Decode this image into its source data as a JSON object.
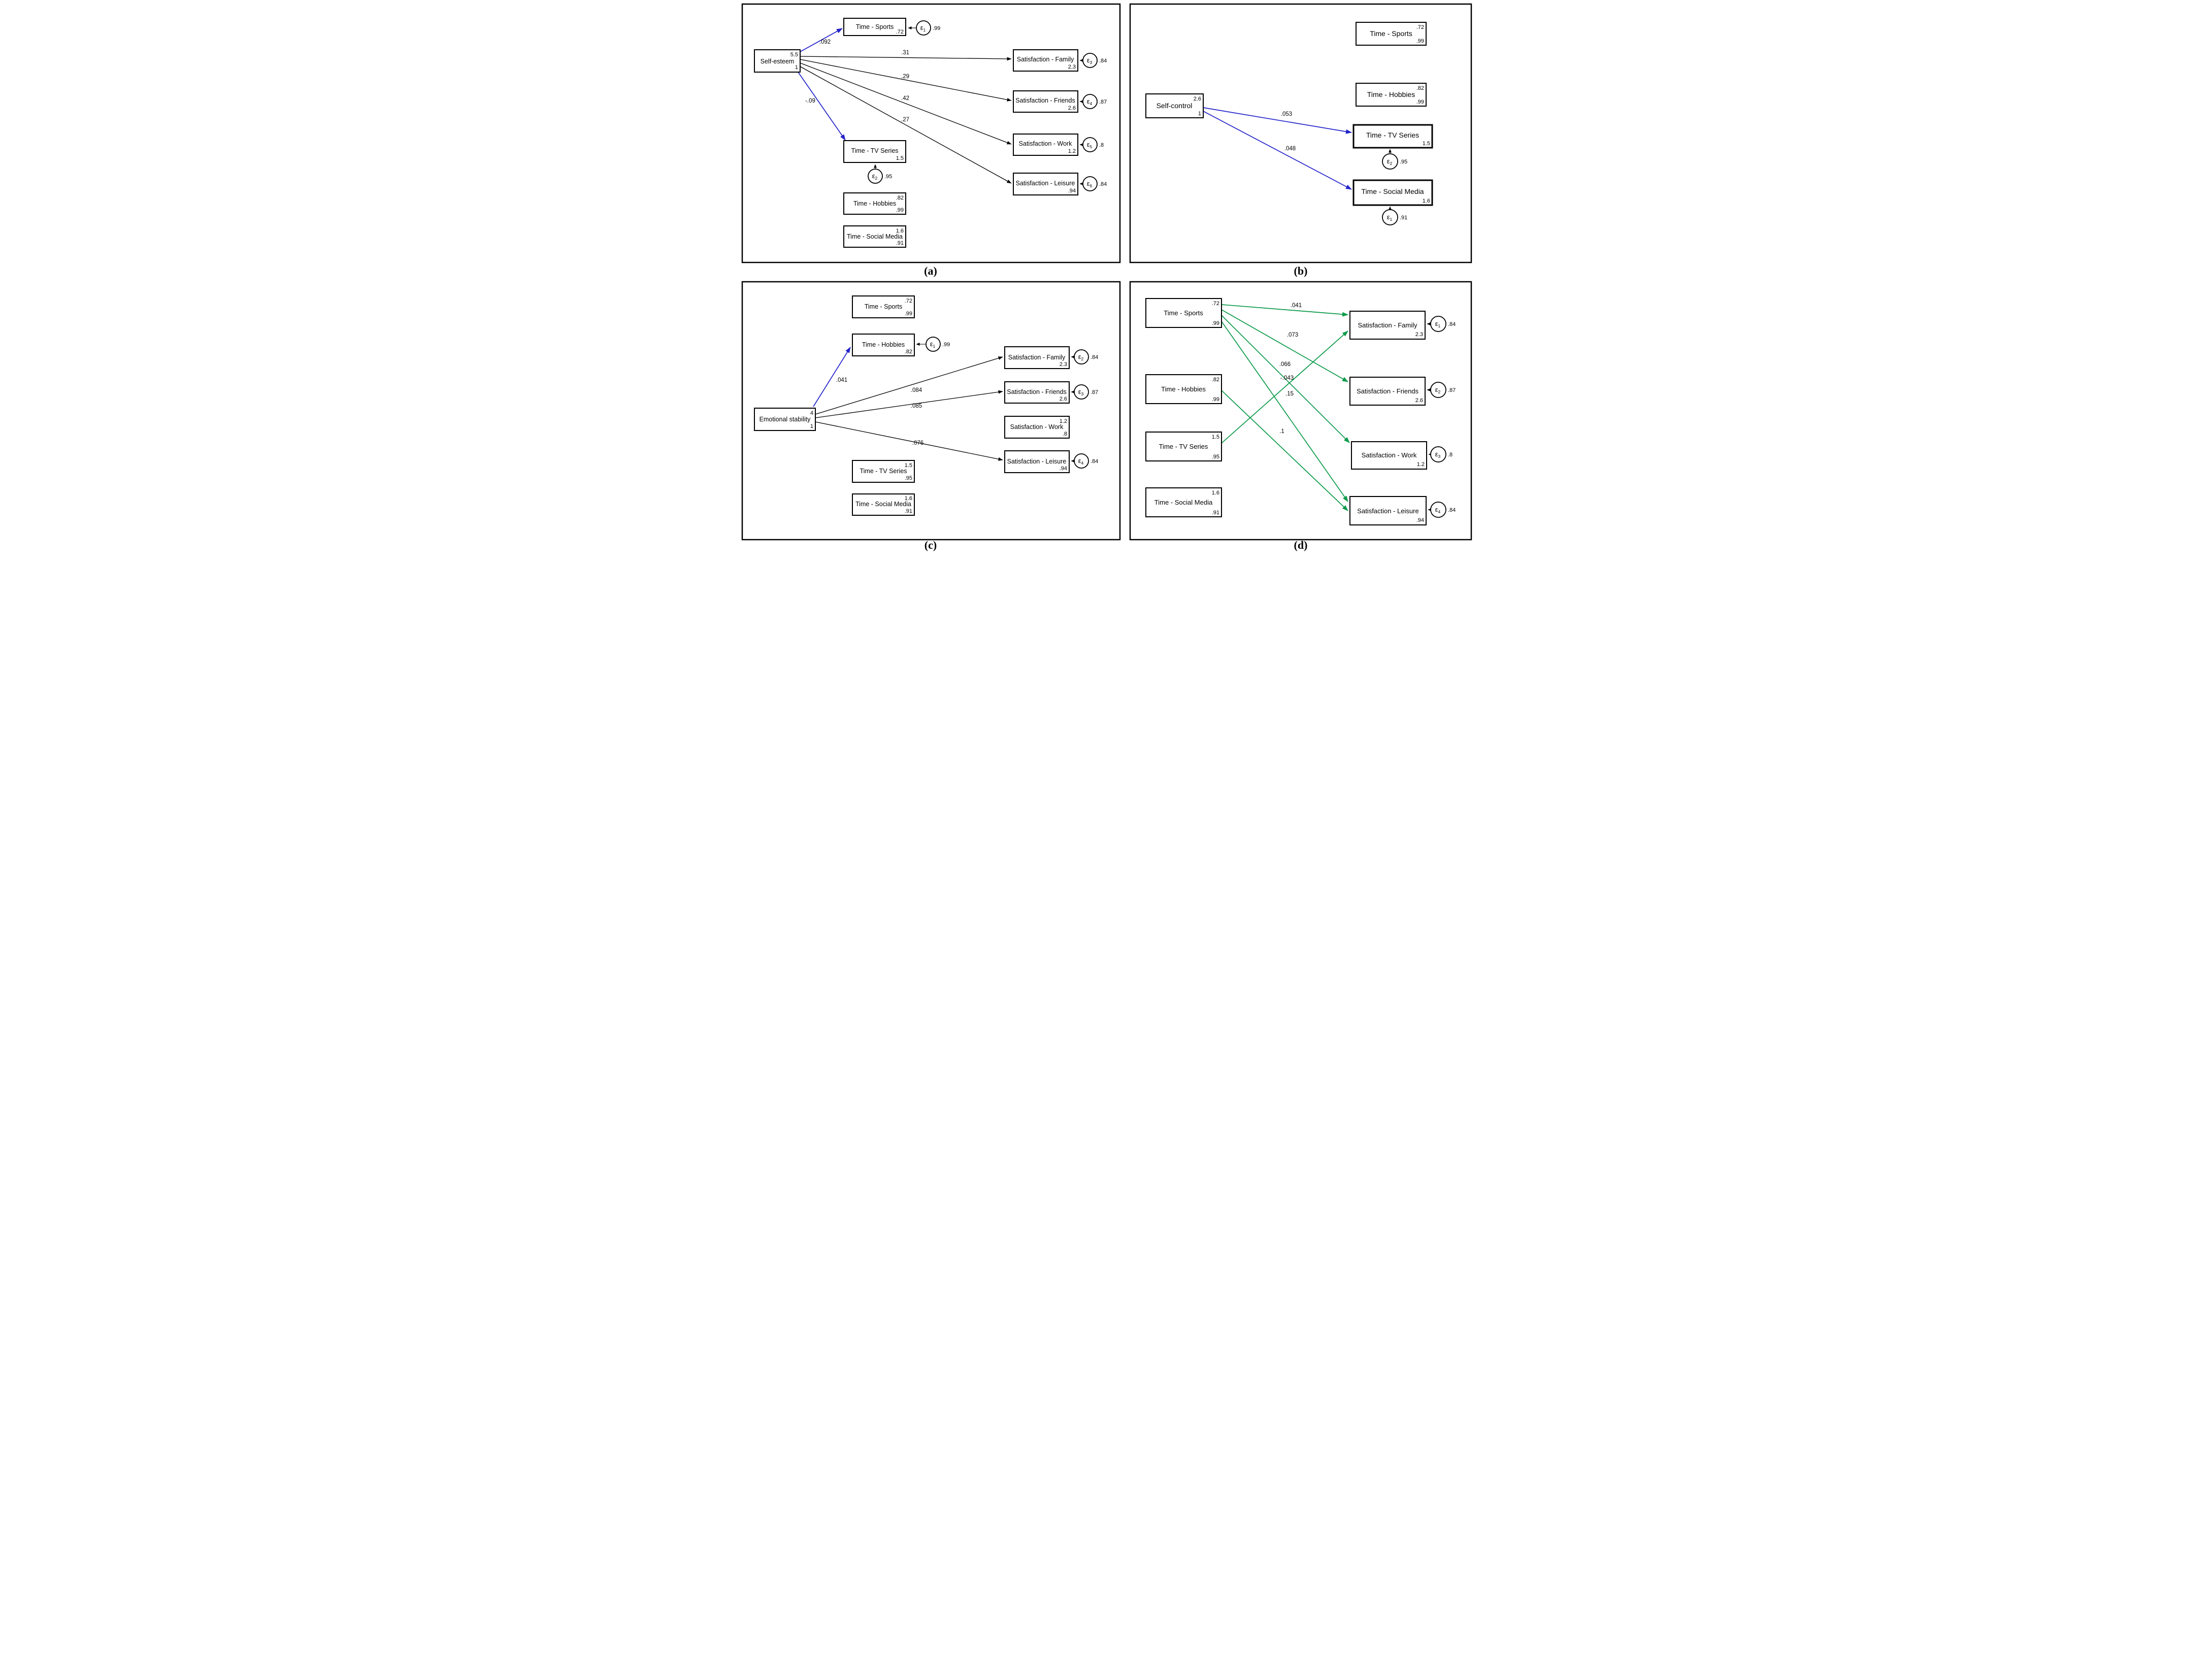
{
  "colors": {
    "blue": "#2222cc",
    "green": "#0a9a48",
    "black": "#000000"
  },
  "panel_a": {
    "tag": "(a)",
    "nodes": {
      "self_esteem": {
        "label": "Self-esteem",
        "tr": "5.5",
        "br": "1"
      },
      "sports": {
        "label": "Time - Sports",
        "br": ".72"
      },
      "tv": {
        "label": "Time - TV Series",
        "br": "1.5"
      },
      "hobbies": {
        "label": "Time - Hobbies",
        "tr": ".82",
        "br": ".99"
      },
      "social": {
        "label": "Time - Social Media",
        "tr": "1.6",
        "br": ".91"
      },
      "family": {
        "label": "Satisfaction - Family",
        "br": "2.3"
      },
      "friends": {
        "label": "Satisfaction - Friends",
        "br": "2.6"
      },
      "work": {
        "label": "Satisfaction - Work",
        "br": "1.2"
      },
      "leisure": {
        "label": "Satisfaction - Leisure",
        "br": ".94"
      }
    },
    "eps": {
      "e1": {
        "sym": "ε",
        "sub": "1",
        "val": ".99"
      },
      "e2": {
        "sym": "ε",
        "sub": "2",
        "val": ".95"
      },
      "e3": {
        "sym": "ε",
        "sub": "3",
        "val": ".84"
      },
      "e4": {
        "sym": "ε",
        "sub": "4",
        "val": ".87"
      },
      "e5": {
        "sym": "ε",
        "sub": "5",
        "val": ".8"
      },
      "e6": {
        "sym": "ε",
        "sub": "6",
        "val": ".84"
      }
    },
    "coefs": {
      "to_sports": ".092",
      "to_tv": "-.09",
      "to_family": ".31",
      "to_friends": ".29",
      "to_work": ".42",
      "to_leisure": ".27"
    }
  },
  "panel_b": {
    "tag": "(b)",
    "nodes": {
      "self_control": {
        "label": "Self-control",
        "tr": "2.6",
        "br": "1"
      },
      "sports": {
        "label": "Time - Sports",
        "tr": ".72",
        "br": ".99"
      },
      "hobbies": {
        "label": "Time - Hobbies",
        "tr": ".82",
        "br": ".99"
      },
      "tv": {
        "label": "Time - TV Series",
        "br": "1.5"
      },
      "social": {
        "label": "Time - Social Media",
        "br": "1.6"
      }
    },
    "eps": {
      "e1": {
        "sym": "ε",
        "sub": "1",
        "val": ".91"
      },
      "e2": {
        "sym": "ε",
        "sub": "2",
        "val": ".95"
      }
    },
    "coefs": {
      "to_tv": ".053",
      "to_social": ".048"
    }
  },
  "panel_c": {
    "tag": "(c)",
    "nodes": {
      "emotional_stability": {
        "label": "Emotional stability",
        "tr": "4",
        "br": "1"
      },
      "sports": {
        "label": "Time - Sports",
        "tr": ".72",
        "br": ".99"
      },
      "hobbies": {
        "label": "Time - Hobbies",
        "br": ".82"
      },
      "tv": {
        "label": "Time - TV Series",
        "tr": "1.5",
        "br": ".95"
      },
      "social": {
        "label": "Time - Social Media",
        "tr": "1.6",
        "br": ".91"
      },
      "family": {
        "label": "Satisfaction - Family",
        "br": "2.3"
      },
      "friends": {
        "label": "Satisfaction - Friends",
        "br": "2.6"
      },
      "work": {
        "label": "Satisfaction - Work",
        "tr": "1.2",
        "br": ".8"
      },
      "leisure": {
        "label": "Satisfaction - Leisure",
        "br": ".94"
      }
    },
    "eps": {
      "e1": {
        "sym": "ε",
        "sub": "1",
        "val": ".99"
      },
      "e2": {
        "sym": "ε",
        "sub": "2",
        "val": ".84"
      },
      "e3": {
        "sym": "ε",
        "sub": "3",
        "val": ".87"
      },
      "e4": {
        "sym": "ε",
        "sub": "4",
        "val": ".84"
      }
    },
    "coefs": {
      "to_hobbies": ".041",
      "to_family": ".084",
      "to_friends": ".085",
      "to_leisure": ".076"
    }
  },
  "panel_d": {
    "tag": "(d)",
    "nodes": {
      "sports": {
        "label": "Time - Sports",
        "tr": ".72",
        "br": ".99"
      },
      "hobbies": {
        "label": "Time - Hobbies",
        "tr": ".82",
        "br": ".99"
      },
      "tv": {
        "label": "Time - TV Series",
        "tr": "1.5",
        "br": ".95"
      },
      "social": {
        "label": "Time - Social Media",
        "tr": "1.6",
        "br": ".91"
      },
      "family": {
        "label": "Satisfaction - Family",
        "br": "2.3"
      },
      "friends": {
        "label": "Satisfaction - Friends",
        "br": "2.6"
      },
      "work": {
        "label": "Satisfaction - Work",
        "br": "1.2"
      },
      "leisure": {
        "label": "Satisfaction - Leisure",
        "br": ".94"
      }
    },
    "eps": {
      "e1": {
        "sym": "ε",
        "sub": "1",
        "val": ".84"
      },
      "e2": {
        "sym": "ε",
        "sub": "2",
        "val": ".87"
      },
      "e3": {
        "sym": "ε",
        "sub": "3",
        "val": ".8"
      },
      "e4": {
        "sym": "ε",
        "sub": "4",
        "val": ".84"
      }
    },
    "coefs": {
      "sports_family": ".041",
      "sports_friends": ".073",
      "sports_work": ".066",
      "tv_family": "-.043",
      "sports_leisure": ".15",
      "hobbies_leisure": ".1"
    }
  }
}
